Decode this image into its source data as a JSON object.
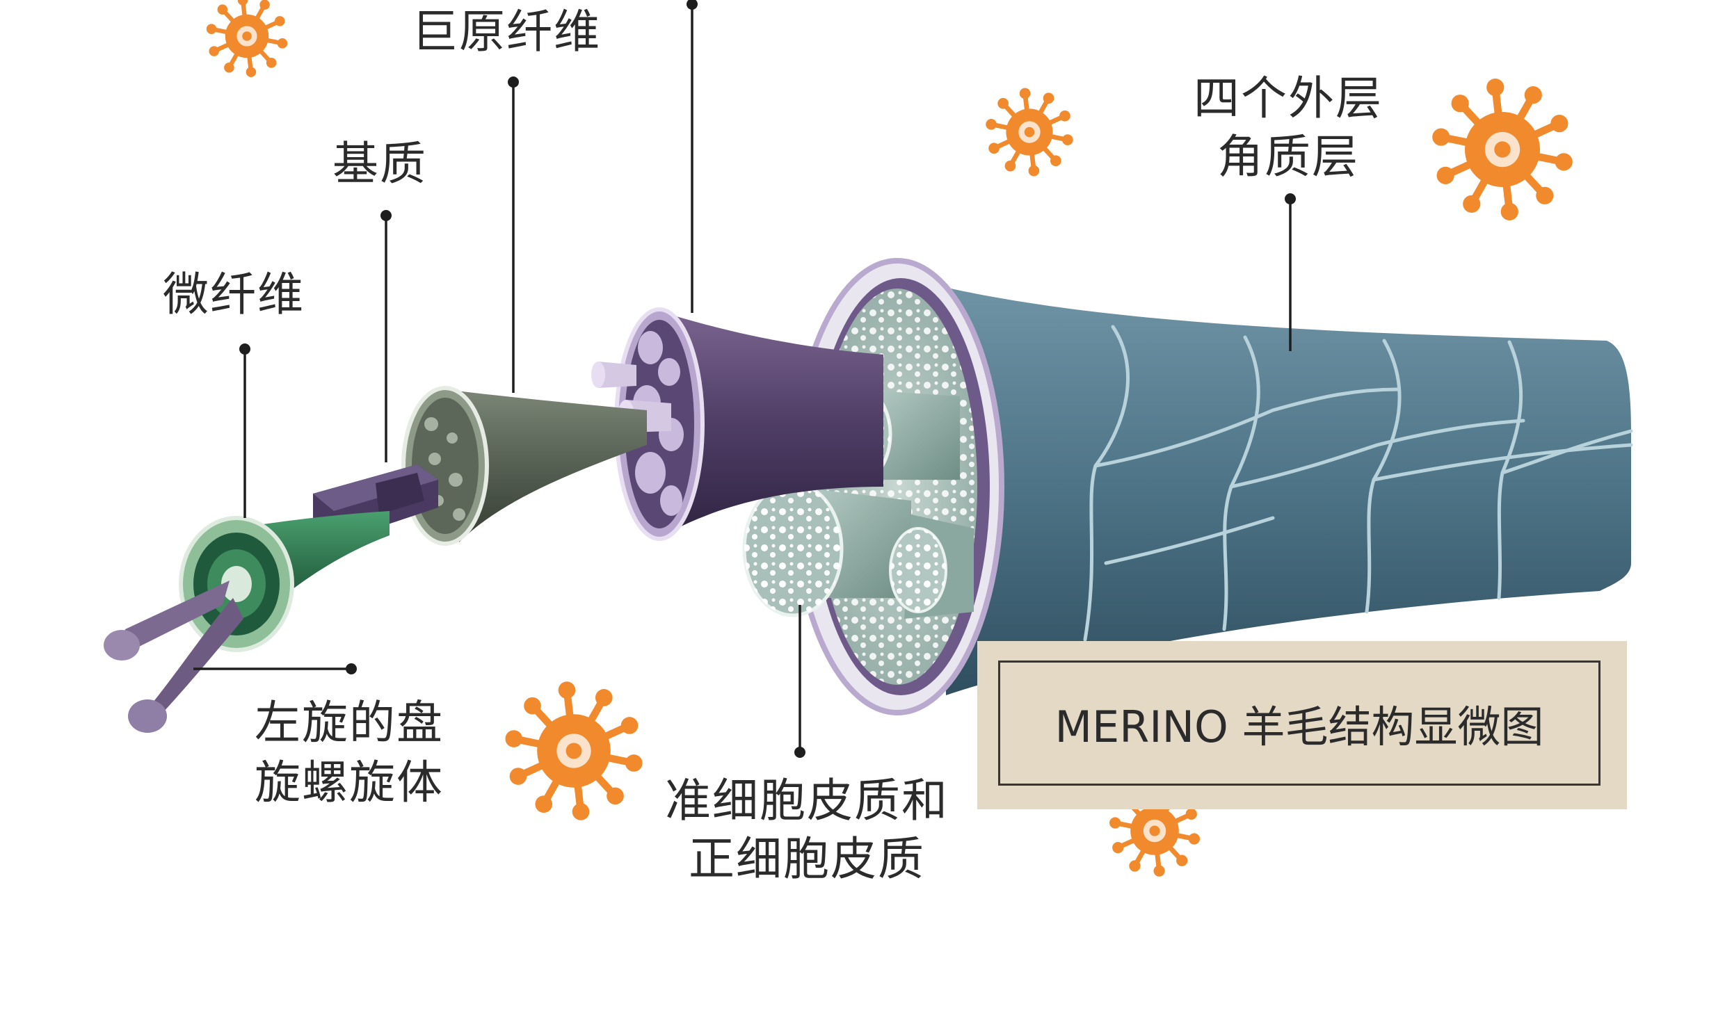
{
  "labels": {
    "macrofibril": "巨原纤维",
    "matrix": "基质",
    "microfibril": "微纤维",
    "helix_line1": "左旋的盘",
    "helix_line2": "旋螺旋体",
    "cuticle_line1": "四个外层",
    "cuticle_line2": "角质层",
    "cortex_line1": "准细胞皮质和",
    "cortex_line2": "正细胞皮质"
  },
  "caption": "MERINO 羊毛结构显微图",
  "colors": {
    "cuticle_blue": "#4f7588",
    "cortex_purple": "#5e4a74",
    "matrix_gray": "#5a6558",
    "microfibril_green": "#2f7a52",
    "virus_orange": "#f08a2c",
    "caption_bg": "#e4d9c5"
  },
  "icons": [
    "virus-icon"
  ]
}
